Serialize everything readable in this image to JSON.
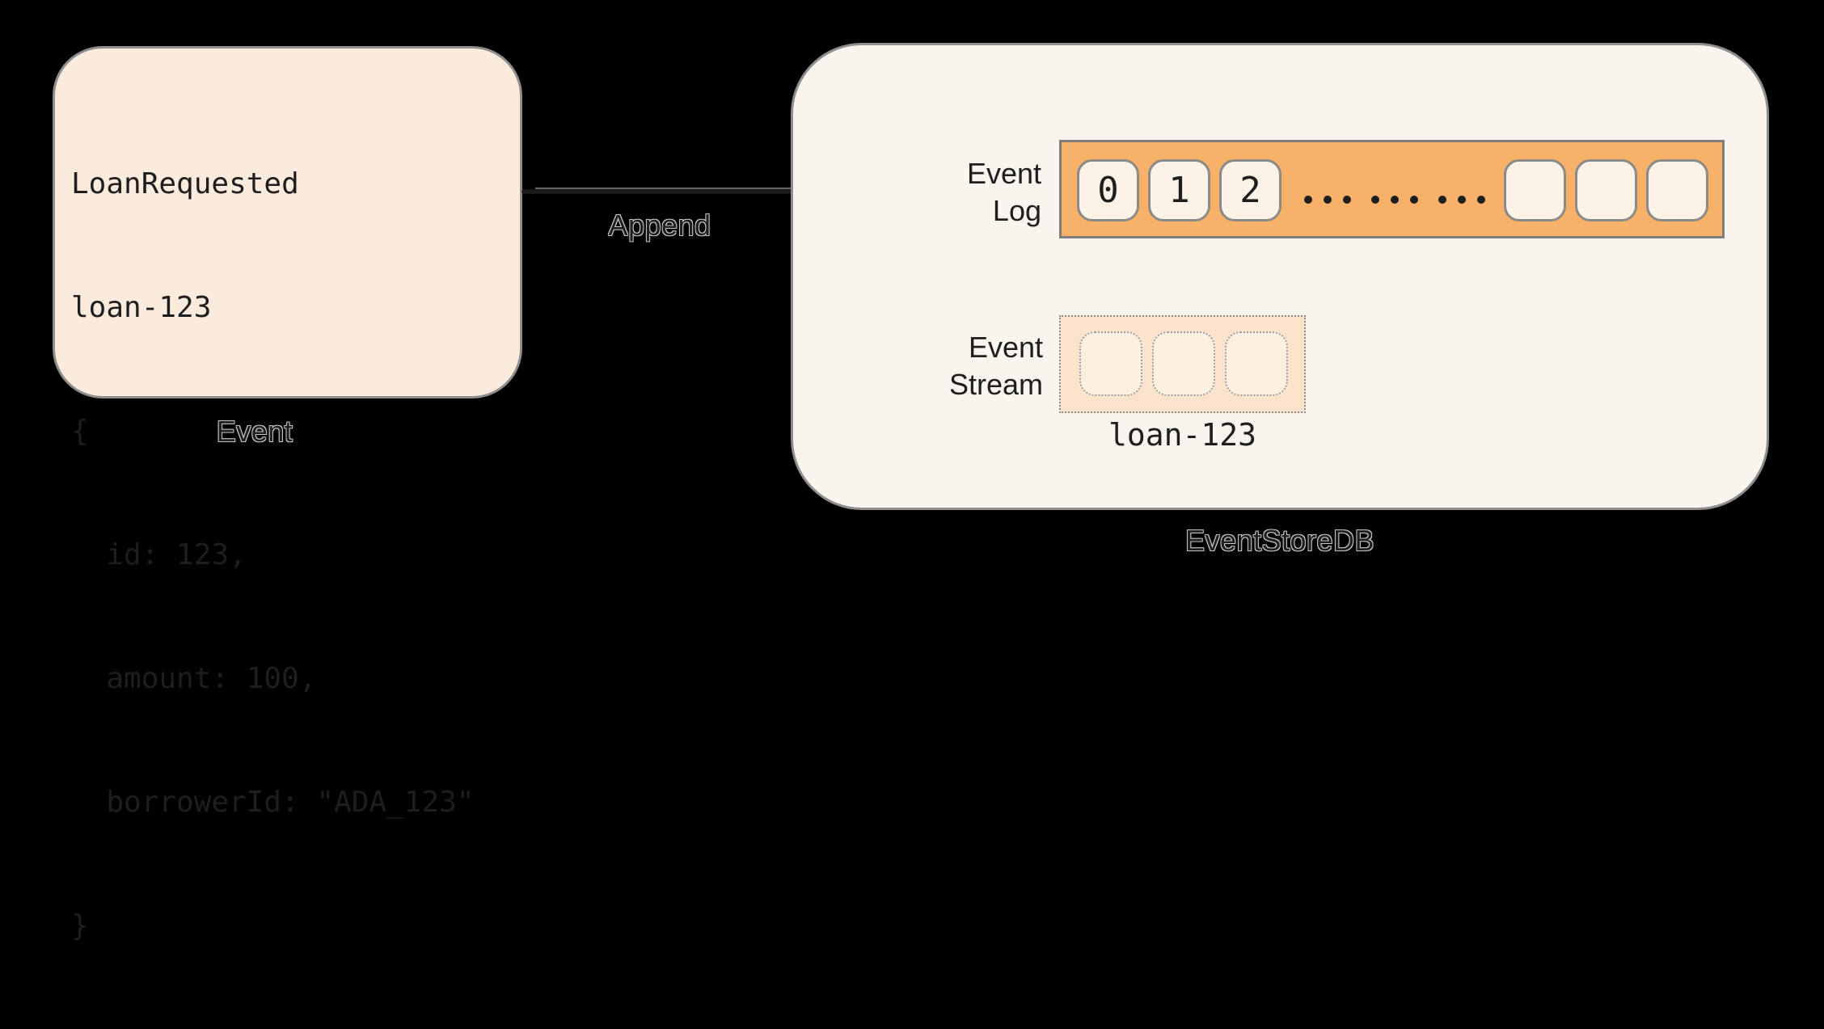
{
  "diagram": {
    "event_card": {
      "caption": "Event",
      "code_lines": [
        "LoanRequested",
        "loan-123",
        "{",
        "  id: 123,",
        "  amount: 100,",
        "  borrowerId: \"ADA_123\"",
        "}"
      ]
    },
    "arrow_label": "Append",
    "eventstoredb": {
      "caption": "EventStoreDB",
      "event_log": {
        "label_top": "Event",
        "label_bottom": "Log",
        "slots": [
          "0",
          "1",
          "2"
        ],
        "empty_slot_count": 3,
        "ellipsis_dot_groups": 3
      },
      "event_stream": {
        "label_top": "Event",
        "label_bottom": "Stream",
        "empty_slot_count": 3,
        "stream_name": "loan-123"
      }
    },
    "colors": {
      "background": "#000000",
      "card_fill": "#FBEBDC",
      "container_fill": "#F9F4EE",
      "log_bar_fill": "#F8B169",
      "slot_fill": "#FDF2E6",
      "stream_fill": "#FAE3CA",
      "stream_slot_fill": "#FCF0E1",
      "border_gray": "#8E8E8E",
      "text": "#1E1E1E"
    }
  }
}
